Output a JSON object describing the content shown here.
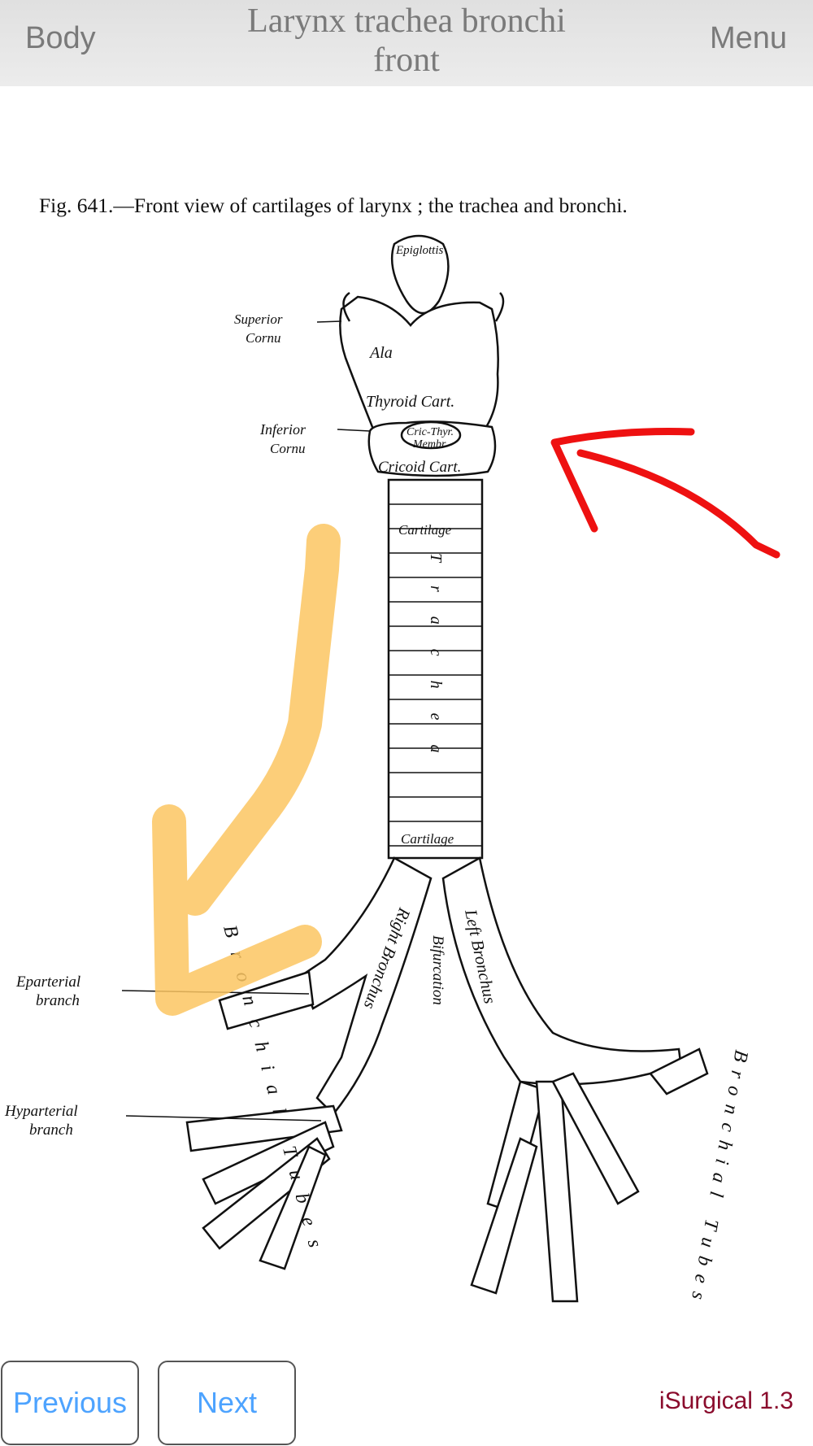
{
  "header": {
    "left_button": "Body",
    "title_line1": "Larynx trachea bronchi",
    "title_line2": "front",
    "right_button": "Menu"
  },
  "figure": {
    "caption": "Fig. 641.—Front view of cartilages of larynx ; the trachea and bronchi.",
    "labels": {
      "epiglottis": "Epiglottis",
      "superior_cornu_1": "Superior",
      "superior_cornu_2": "Cornu",
      "ala": "Ala",
      "thyroid": "Thyroid  Cart.",
      "inferior_cornu_1": "Inferior",
      "inferior_cornu_2": "Cornu",
      "cric_thyr_1": "Cric-Thyr.",
      "cric_thyr_2": "Membr.",
      "cricoid": "Cricoid Cart.",
      "cartilage_top": "Cartilage",
      "trachea": "Trachea",
      "cartilage_bottom": "Cartilage",
      "right_bronchus": "Right Bronchus",
      "left_bronchus": "Left Bronchus",
      "bifurcation": "Bifurcation",
      "eparterial_1": "Eparterial",
      "eparterial_2": "branch",
      "hyparterial_1": "Hyparterial",
      "hyparterial_2": "branch",
      "bronchial_tubes_left": "Bronchial Tubes",
      "bronchial_tubes_right": "Bronchial Tubes"
    },
    "annotation_colors": {
      "red_arrow": "#ee1111",
      "orange_arrow": "#fbc561"
    }
  },
  "footer": {
    "previous": "Previous",
    "next": "Next",
    "brand": "iSurgical 1.3"
  }
}
